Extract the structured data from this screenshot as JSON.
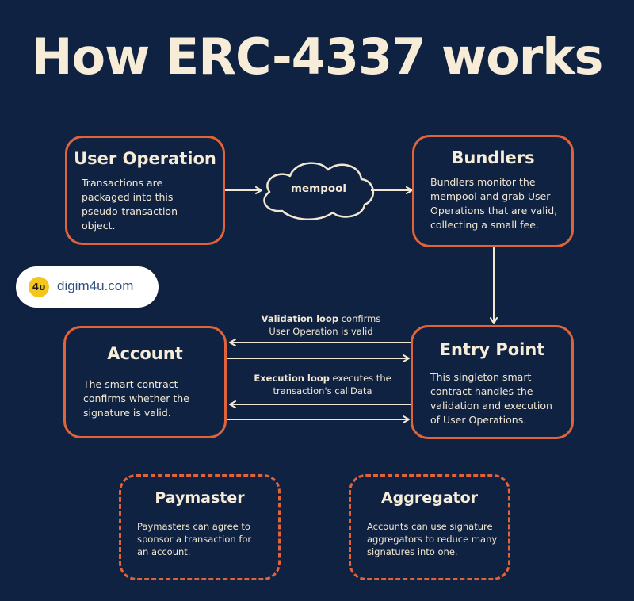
{
  "title": "How ERC-4337 works",
  "nodes": {
    "user_operation": {
      "title": "User Operation",
      "body": "Transactions are packaged into this pseudo-transaction object."
    },
    "mempool": {
      "label": "mempool"
    },
    "bundlers": {
      "title": "Bundlers",
      "body": "Bundlers monitor the mempool and grab User Operations that are valid, collecting a small fee."
    },
    "account": {
      "title": "Account",
      "body": "The smart contract confirms whether the signature is valid."
    },
    "entry_point": {
      "title": "Entry Point",
      "body": "This singleton smart contract handles the validation and execution of User Operations."
    },
    "paymaster": {
      "title": "Paymaster",
      "body": "Paymasters can agree to sponsor a transaction for an account."
    },
    "aggregator": {
      "title": "Aggregator",
      "body": "Accounts can use signature aggregators to reduce many signatures into one."
    }
  },
  "edges": {
    "validation_loop": {
      "bold": "Validation loop",
      "rest": " confirms",
      "line2": "User Operation is valid"
    },
    "execution_loop": {
      "bold": "Execution loop",
      "rest": " executes the",
      "line2": "transaction's callData"
    }
  },
  "badge": {
    "logo": "4υ",
    "text": "digim4u.com"
  },
  "colors": {
    "background": "#0f2241",
    "accent": "#e0633a",
    "text": "#f6ecd8"
  }
}
